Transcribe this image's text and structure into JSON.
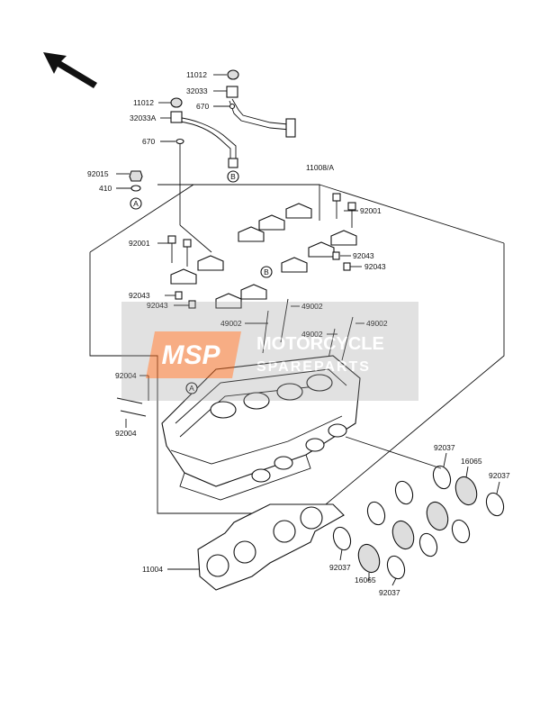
{
  "diagram": {
    "part_labels": {
      "p11012_top": "11012",
      "p32033": "32033",
      "p670_top": "670",
      "p11012_left": "11012",
      "p32033A": "32033A",
      "p670_left": "670",
      "p92015": "92015",
      "p410": "410",
      "p11008A": "11008/A",
      "p92001_right": "92001",
      "p92001_left": "92001",
      "p92043_r1": "92043",
      "p92043_r2": "92043",
      "p92043_l1": "92043",
      "p92043_l2": "92043",
      "p49002_a": "49002",
      "p49002_b": "49002",
      "p49002_c": "49002",
      "p49002_d": "49002",
      "p92004_top": "92004",
      "p92004_bot": "92004",
      "p92037_a": "92037",
      "p16065_a": "16065",
      "p92037_b": "92037",
      "p11004": "11004",
      "p92037_c": "92037",
      "p16065_b": "16065",
      "p92037_d": "92037"
    },
    "callouts": {
      "a_left": "A",
      "a_head": "A",
      "b_pipe": "B",
      "b_cap": "B"
    },
    "watermark": {
      "logo": "MSP",
      "line1": "MOTORCYCLE",
      "line2": "SPAREPARTS",
      "logo_color": "#f26b21"
    }
  }
}
